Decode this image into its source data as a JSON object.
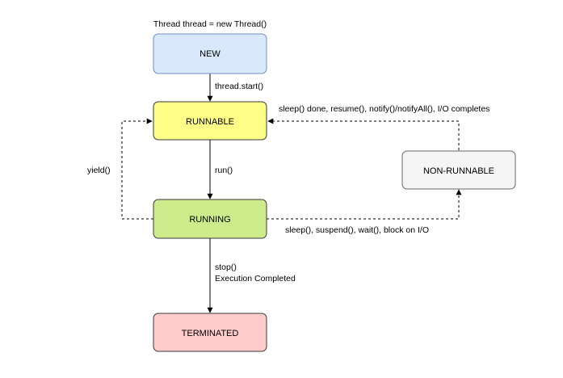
{
  "title": "Thread thread = new Thread()",
  "colors": {
    "new": "#dae8fc",
    "new_border": "#6c8ebf",
    "runnable": "#ffff88",
    "runnable_border": "#36393d",
    "running": "#cdeb8b",
    "running_border": "#36393d",
    "terminated": "#ffcccc",
    "terminated_border": "#36393d",
    "non_runnable": "#f5f5f5",
    "non_runnable_border": "#666666"
  },
  "states": {
    "new": "NEW",
    "runnable": "RUNNABLE",
    "running": "RUNNING",
    "terminated": "TERMINATED",
    "non_runnable": "NON-RUNNABLE"
  },
  "transitions": {
    "start": "thread.start()",
    "run": "run()",
    "yield": "yield()",
    "stop_line1": "stop()",
    "stop_line2": "Execution Completed",
    "block": "sleep(), suspend(), wait(), block on I/O",
    "resume": "sleep() done, resume(), notify()/notifyAll(), I/O completes"
  }
}
